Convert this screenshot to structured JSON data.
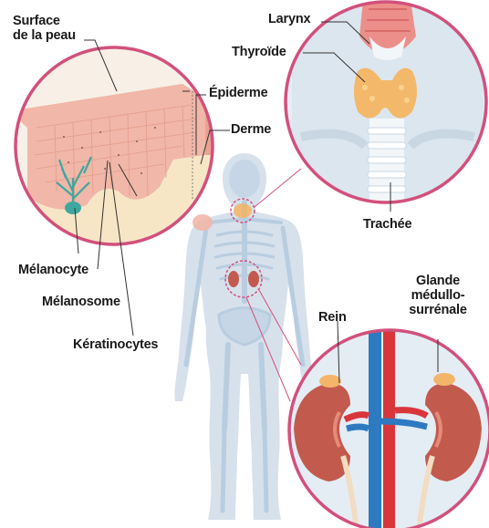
{
  "labels": {
    "surface_line1": "Surface",
    "surface_line2": "de la peau",
    "epiderme": "Épiderme",
    "derme": "Derme",
    "melanocyte": "Mélanocyte",
    "melanosome": "Mélanosome",
    "keratinocytes": "Kératinocytes",
    "larynx": "Larynx",
    "thyroide": "Thyroïde",
    "trachee": "Trachée",
    "rein": "Rein",
    "glande_line1": "Glande",
    "glande_line2": "médullo-",
    "glande_line3": "surrénale"
  },
  "colors": {
    "circle_border": "#d2507c",
    "skeleton": "#b9cde0",
    "body_silhouette": "#d7e1ec",
    "skin_pink": "#f1b7a8",
    "dermis": "#f6e6c6",
    "melanocyte": "#3ea79f",
    "thyroid": "#f5b25a",
    "kidney": "#c25a4e",
    "artery": "#d9363c",
    "vein": "#2d7ac1",
    "adrenal": "#f3b56a"
  }
}
